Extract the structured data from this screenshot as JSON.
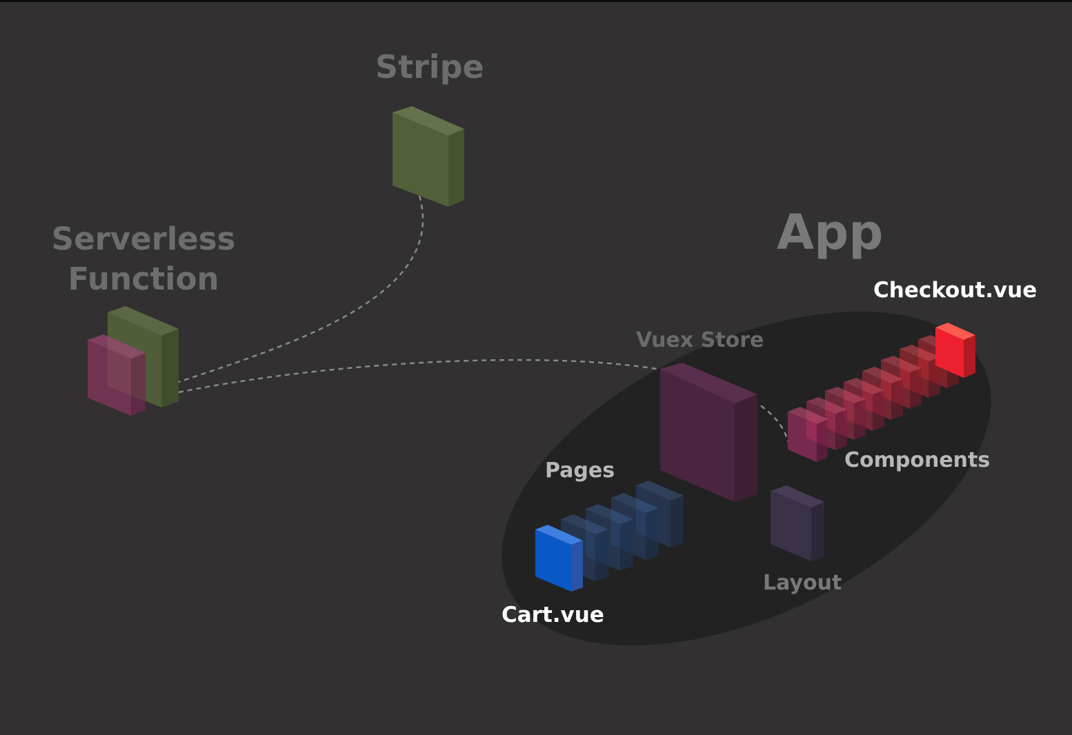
{
  "labels": {
    "stripe": "Stripe",
    "serverless_line1": "Serverless",
    "serverless_line2": "Function",
    "app": "App",
    "checkout": "Checkout.vue",
    "vuex_store": "Vuex Store",
    "components": "Components",
    "pages": "Pages",
    "layout": "Layout",
    "cart": "Cart.vue"
  },
  "colors": {
    "background": "#323031",
    "app_ellipse": "#232223",
    "stripe_block": "#52603a",
    "serverless_green": "#52603a",
    "serverless_pink": "#8a3560",
    "vuex_store_block": "#4a2540",
    "layout_block": "#3a3047",
    "pages_block": "#2a4670",
    "cart_block": "#0a58c8",
    "components_start": "#b0306a",
    "components_end": "#ee2030",
    "connector": "#8a8a8a"
  }
}
